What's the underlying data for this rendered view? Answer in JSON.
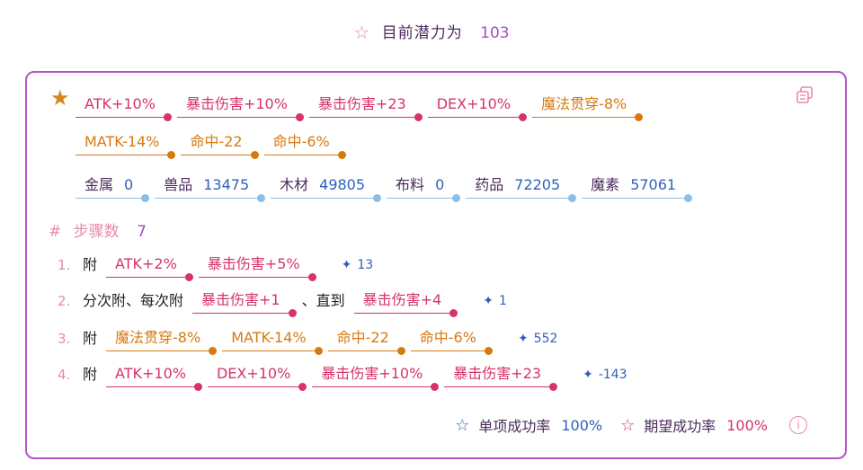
{
  "header": {
    "label": "目前潜力为",
    "value": "103"
  },
  "effects": [
    {
      "text": "ATK+10%",
      "color": "pink"
    },
    {
      "text": "暴击伤害+10%",
      "color": "pink"
    },
    {
      "text": "暴击伤害+23",
      "color": "pink"
    },
    {
      "text": "DEX+10%",
      "color": "pink"
    },
    {
      "text": "魔法贯穿-8%",
      "color": "orange"
    },
    {
      "text": "MATK-14%",
      "color": "orange"
    },
    {
      "text": "命中-22",
      "color": "orange"
    },
    {
      "text": "命中-6%",
      "color": "orange"
    }
  ],
  "materials": [
    {
      "name": "金属",
      "value": "0"
    },
    {
      "name": "兽品",
      "value": "13475"
    },
    {
      "name": "木材",
      "value": "49805"
    },
    {
      "name": "布料",
      "value": "0"
    },
    {
      "name": "药品",
      "value": "72205"
    },
    {
      "name": "魔素",
      "value": "57061"
    }
  ],
  "steps": {
    "label": "步骤数",
    "count": "7",
    "items": [
      {
        "index": "1.",
        "prefix": "附",
        "tags": [
          {
            "text": "ATK+2%",
            "color": "pink"
          },
          {
            "text": "暴击伤害+5%",
            "color": "pink"
          }
        ],
        "score": "13"
      },
      {
        "index": "2.",
        "prefix": "分次附、每次附",
        "tags": [
          {
            "text": "暴击伤害+1",
            "color": "pink"
          }
        ],
        "middle": "、直到",
        "tags2": [
          {
            "text": "暴击伤害+4",
            "color": "pink"
          }
        ],
        "score": "1"
      },
      {
        "index": "3.",
        "prefix": "附",
        "tags": [
          {
            "text": "魔法贯穿-8%",
            "color": "orange"
          },
          {
            "text": "MATK-14%",
            "color": "orange"
          },
          {
            "text": "命中-22",
            "color": "orange"
          },
          {
            "text": "命中-6%",
            "color": "orange"
          }
        ],
        "score": "552"
      },
      {
        "index": "4.",
        "prefix": "附",
        "tags": [
          {
            "text": "ATK+10%",
            "color": "pink"
          },
          {
            "text": "DEX+10%",
            "color": "pink"
          },
          {
            "text": "暴击伤害+10%",
            "color": "pink"
          },
          {
            "text": "暴击伤害+23",
            "color": "pink"
          }
        ],
        "score": "-143"
      }
    ]
  },
  "footer": {
    "single_label": "单项成功率",
    "single_value": "100%",
    "expected_label": "期望成功率",
    "expected_value": "100%"
  },
  "icons": {
    "header": "star-outline-icon",
    "favorite": "star-filled-icon",
    "copy": "copy-icon",
    "sparkle": "sparkle-icon",
    "info": "info-icon"
  },
  "colors": {
    "pink": "#d6336c",
    "orange": "#d67a10",
    "purple": "#b354c7",
    "blue": "#2f5fba",
    "material_line": "#8bbfe8"
  }
}
